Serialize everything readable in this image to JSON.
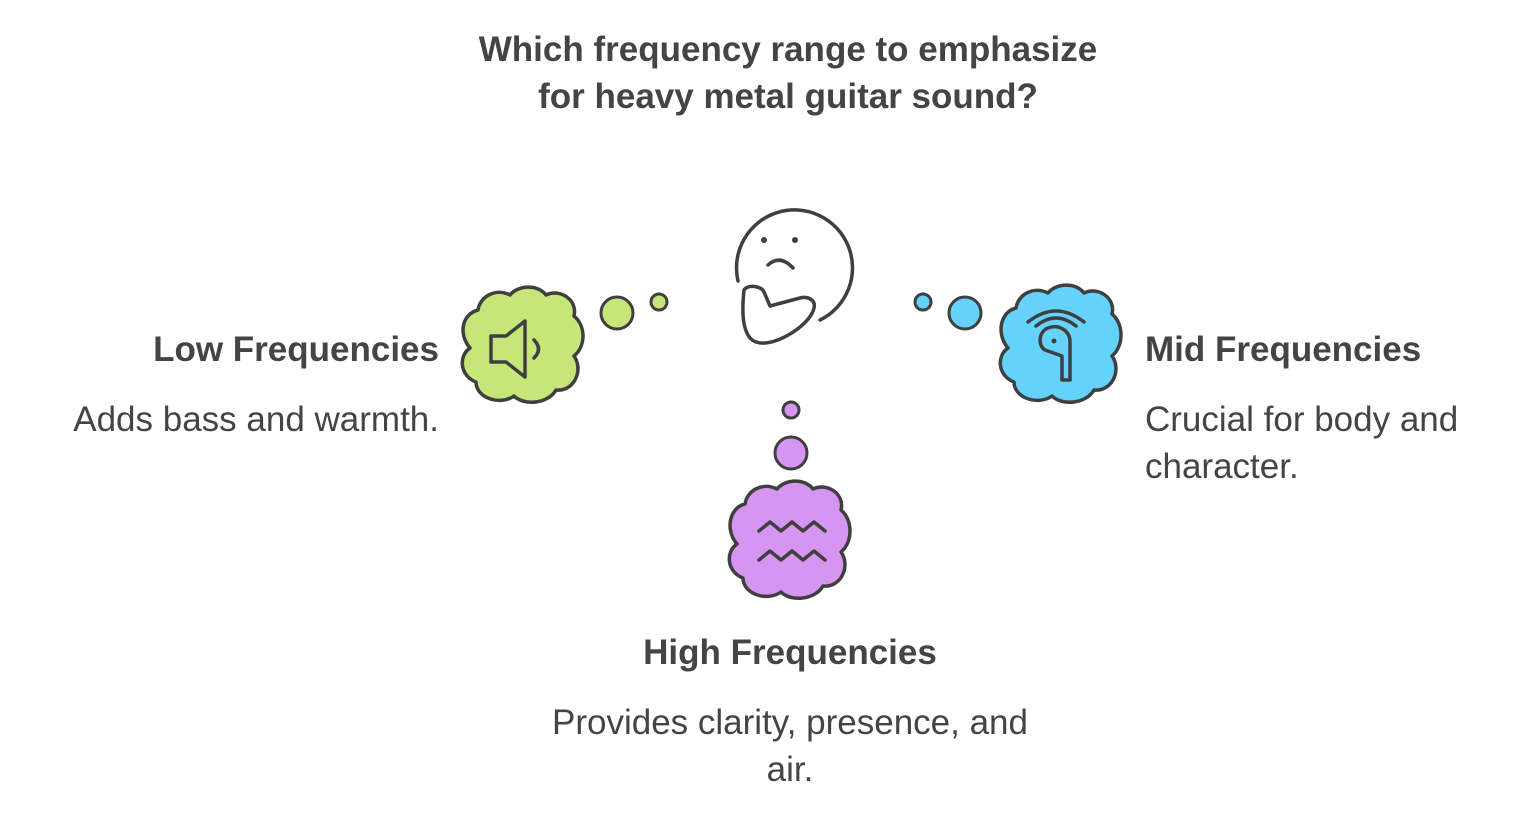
{
  "title": "Which frequency range to emphasize for heavy metal guitar sound?",
  "center": {
    "icon": "thinking-face-icon"
  },
  "options": {
    "low": {
      "heading": "Low Frequencies",
      "description": "Adds bass and warmth.",
      "icon": "speaker-icon",
      "color": "#c6e67a"
    },
    "mid": {
      "heading": "Mid Frequencies",
      "description": "Crucial for body and character.",
      "icon": "earbud-icon",
      "color": "#64d2fa"
    },
    "high": {
      "heading": "High Frequencies",
      "description": "Provides clarity, presence, and air.",
      "icon": "waves-icon",
      "color": "#d595f1"
    }
  }
}
